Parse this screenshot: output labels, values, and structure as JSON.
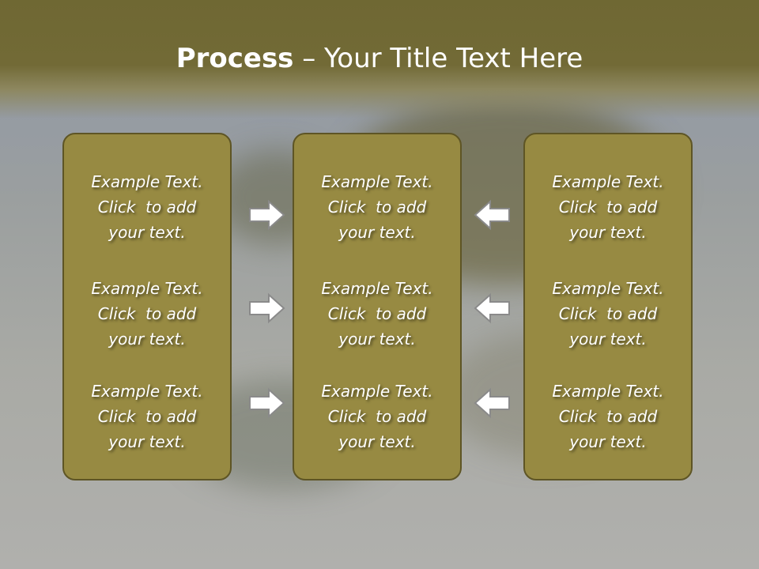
{
  "slide": {
    "title_bold": "Process",
    "title_rest": " – Your Title Text Here"
  },
  "columns": [
    {
      "items": [
        [
          "Example Text.",
          "Click  to add",
          "your text."
        ],
        [
          "Example Text.",
          "Click  to add",
          "your text."
        ],
        [
          "Example Text.",
          "Click  to add",
          "your text."
        ]
      ]
    },
    {
      "items": [
        [
          "Example Text.",
          "Click  to add",
          "your text."
        ],
        [
          "Example Text.",
          "Click  to add",
          "your text."
        ],
        [
          "Example Text.",
          "Click  to add",
          "your text."
        ]
      ]
    },
    {
      "items": [
        [
          "Example Text.",
          "Click  to add",
          "your text."
        ],
        [
          "Example Text.",
          "Click  to add",
          "your text."
        ],
        [
          "Example Text.",
          "Click  to add",
          "your text."
        ]
      ]
    }
  ],
  "arrows": {
    "left_group": "right-arrow-icon",
    "right_group": "left-arrow-icon"
  },
  "colors": {
    "header": "#726a36",
    "panel_fill": "#978a42",
    "panel_border": "#5e5525",
    "arrow_fill": "#ffffff",
    "arrow_stroke": "#8a8a8a"
  }
}
